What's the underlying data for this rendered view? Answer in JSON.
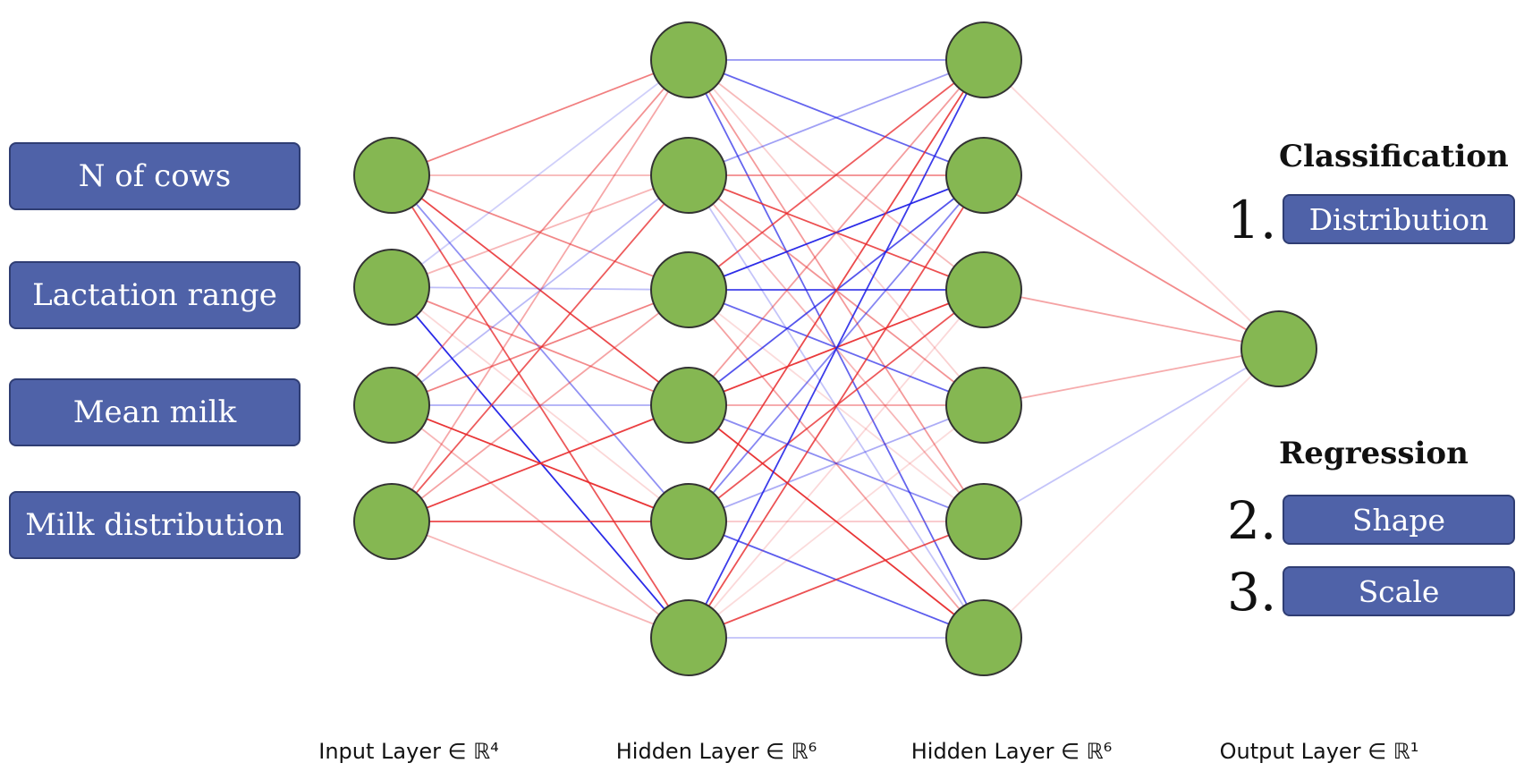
{
  "inputs": [
    "N of cows",
    "Lactation range",
    "Mean milk",
    "Milk distribution"
  ],
  "layer_labels": [
    "Input Layer ∈ ℝ⁴",
    "Hidden Layer ∈ ℝ⁶",
    "Hidden Layer ∈ ℝ⁶",
    "Output Layer ∈ ℝ¹"
  ],
  "classification": {
    "heading": "Classification",
    "num": "1.",
    "label": "Distribution"
  },
  "regression": {
    "heading": "Regression",
    "items": [
      {
        "num": "2.",
        "label": "Shape"
      },
      {
        "num": "3.",
        "label": "Scale"
      }
    ]
  },
  "colors": {
    "node_fill": "#85b752",
    "node_stroke": "#333333",
    "box_fill": "#4f62a8",
    "positive": "#e8292b",
    "negative": "#1a1ae6"
  }
}
